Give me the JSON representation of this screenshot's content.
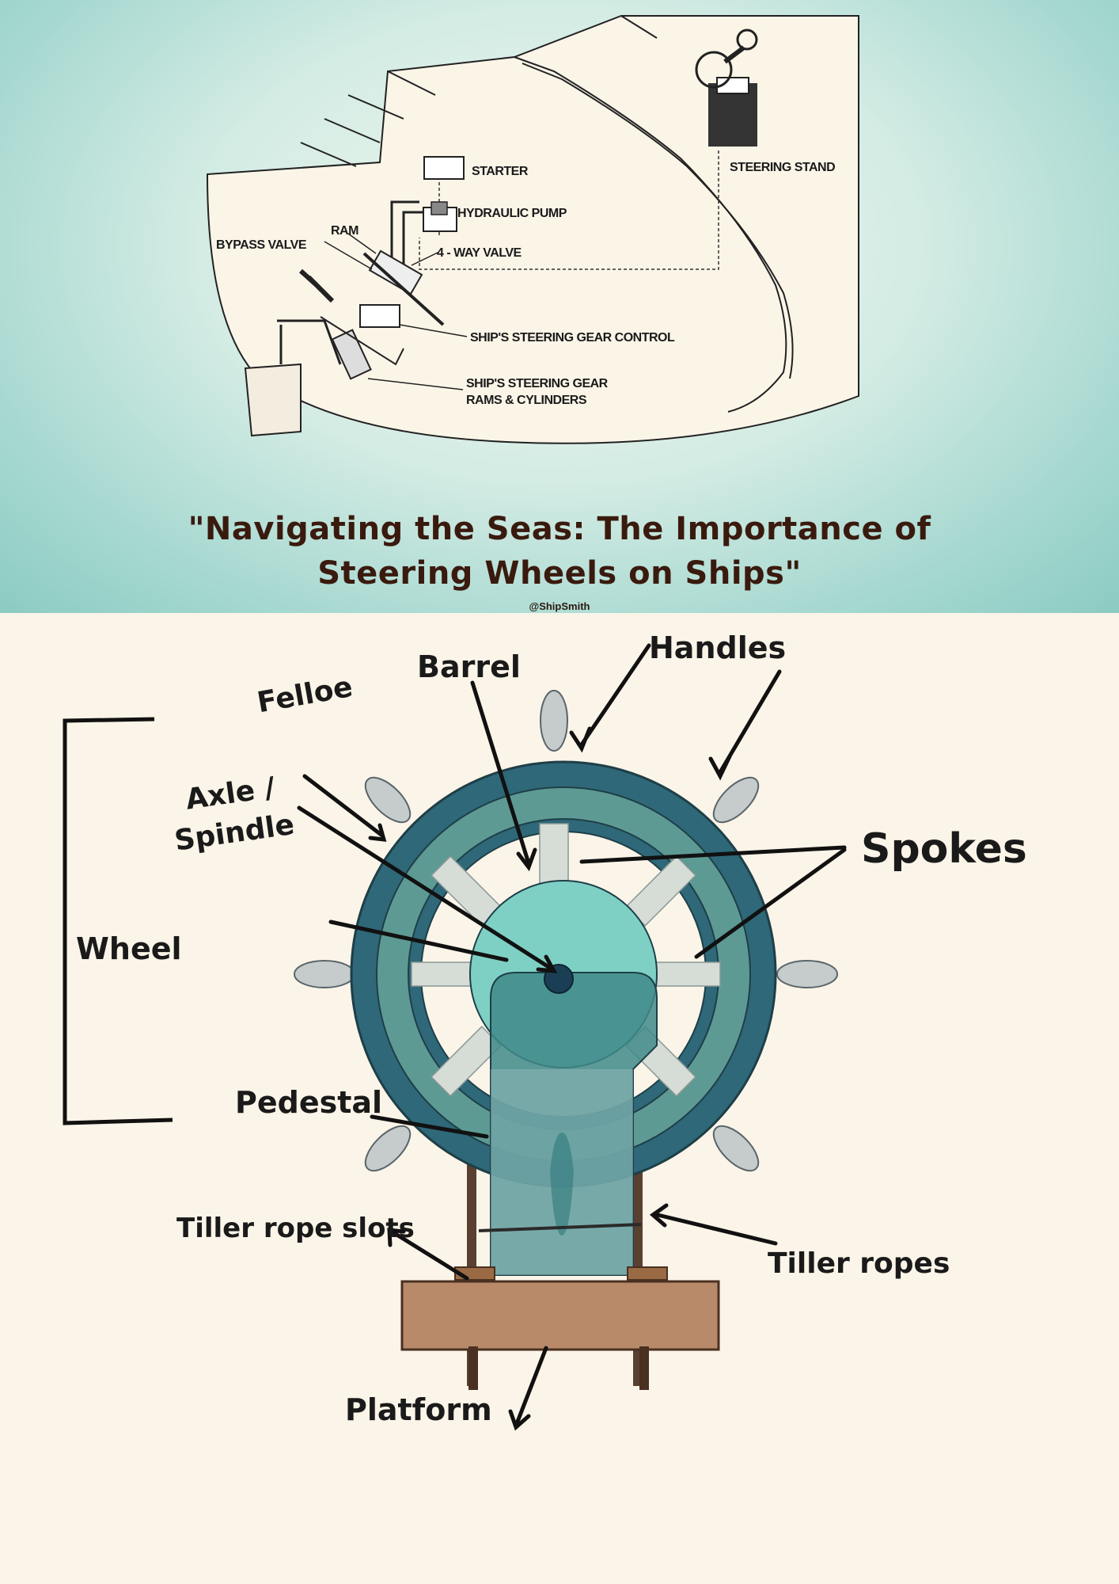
{
  "header": {
    "title_line1": "\"Navigating the Seas: The Importance of",
    "title_line2": "Steering Wheels on Ships\"",
    "credit": "@ShipSmith"
  },
  "top_diagram": {
    "labels": {
      "starter": "STARTER",
      "hydraulic_pump": "HYDRAULIC PUMP",
      "ram": "RAM",
      "bypass_valve": "BYPASS VALVE",
      "four_way_valve": "4 - WAY VALVE",
      "steering_stand": "STEERING STAND",
      "gear_control": "SHIP'S STEERING GEAR CONTROL",
      "rams_cylinders_line1": "SHIP'S STEERING GEAR",
      "rams_cylinders_line2": "RAMS & CYLINDERS"
    }
  },
  "wheel_diagram": {
    "labels": {
      "handles": "Handles",
      "barrel": "Barrel",
      "felloe": "Felloe",
      "axle_line1": "Axle /",
      "axle_line2": "Spindle",
      "spokes": "Spokes",
      "wheel": "Wheel",
      "pedestal": "Pedestal",
      "tiller_rope_slots": "Tiller rope slots",
      "tiller_ropes": "Tiller ropes",
      "platform": "Platform"
    },
    "colors": {
      "rim_dark": "#2f6878",
      "rim_mid": "#5e9a94",
      "hub": "#7fd0c4",
      "pedestal": "#3f8a8a",
      "spoke": "#d6dcd6",
      "platform": "#b88a6a"
    }
  }
}
